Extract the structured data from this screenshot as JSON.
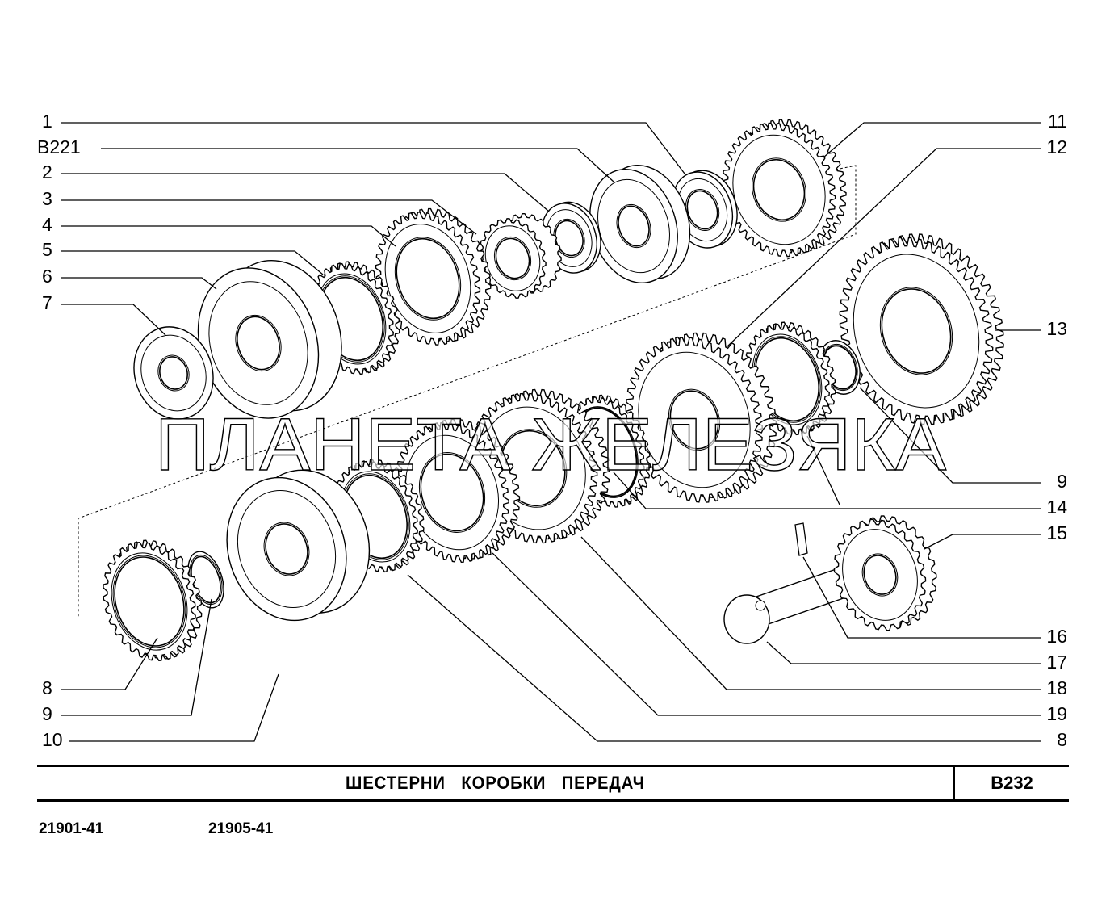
{
  "diagram": {
    "labels_left": [
      "1",
      "B221",
      "2",
      "3",
      "4",
      "5",
      "6",
      "7"
    ],
    "labels_left_bottom": [
      "8",
      "9",
      "10"
    ],
    "labels_right": [
      "11",
      "12",
      "13",
      "9",
      "14",
      "15",
      "16",
      "17",
      "18",
      "19",
      "8"
    ]
  },
  "watermark": "ПЛАНЕТА ЖЕЛЕЗЯКА",
  "title_block": {
    "title": "ШЕСТЕРНИ КОРОБКИ ПЕРЕДАЧ",
    "code": "B232"
  },
  "models": [
    "21901-41",
    "21905-41"
  ]
}
